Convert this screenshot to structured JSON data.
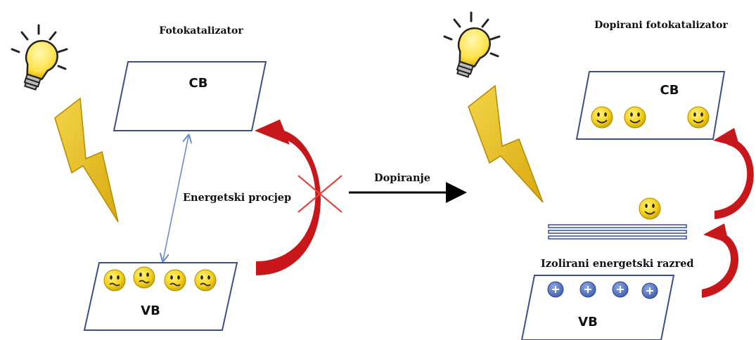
{
  "left_panel": {
    "title": "Fotokatalizator",
    "cb_label": "CB",
    "vb_label": "VB",
    "gap_label": "Energetski procjep"
  },
  "center": {
    "arrow_label": "Dopiranje"
  },
  "right_panel": {
    "title": "Dopirani fotokatalizator",
    "cb_label": "CB",
    "vb_label": "VB",
    "level_label": "Izolirani energetski razred"
  },
  "icons": {
    "bulb": "light-bulb-icon",
    "lightning": "lightning-bolt-icon",
    "electron": "smiley-electron-icon",
    "hole": "plus-hole-icon",
    "cross": "x-cross-icon"
  },
  "colors": {
    "curved_arrow": "#c8171b",
    "gap_arrow": "#6b8ccc",
    "bolt": "#e8c21b",
    "smiley": "#f4d21c",
    "hole": "#4a6fbf",
    "level_lines": "#3f58a8",
    "cross": "#e0473f"
  }
}
